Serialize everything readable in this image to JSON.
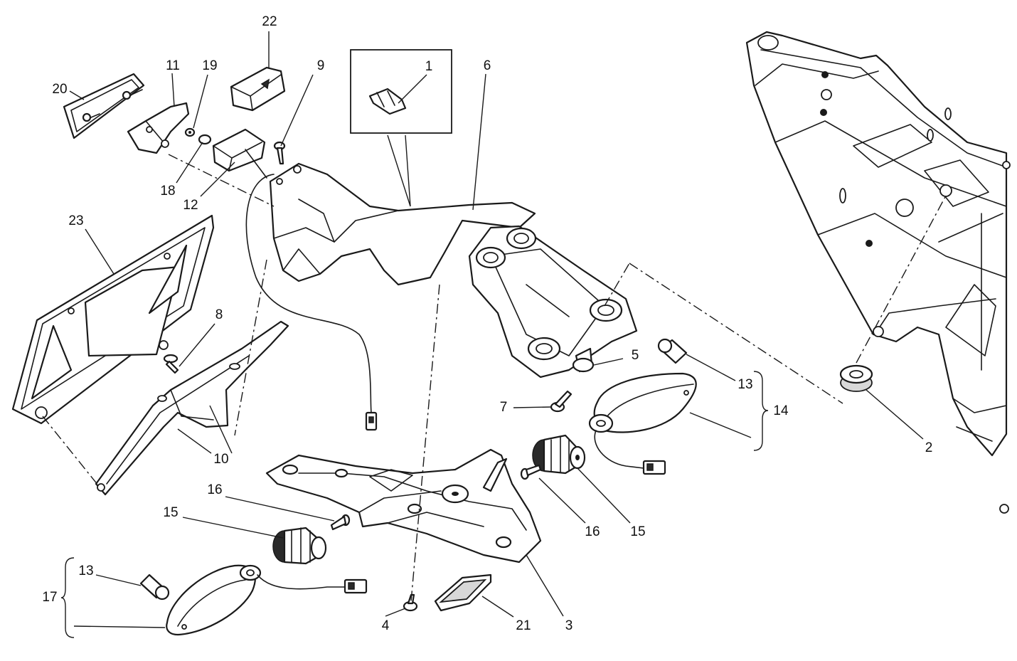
{
  "callouts": [
    {
      "id": "1",
      "label": "1"
    },
    {
      "id": "2",
      "label": "2"
    },
    {
      "id": "3",
      "label": "3"
    },
    {
      "id": "4",
      "label": "4"
    },
    {
      "id": "5",
      "label": "5"
    },
    {
      "id": "6",
      "label": "6"
    },
    {
      "id": "7",
      "label": "7"
    },
    {
      "id": "8",
      "label": "8"
    },
    {
      "id": "9",
      "label": "9"
    },
    {
      "id": "10",
      "label": "10"
    },
    {
      "id": "11",
      "label": "11"
    },
    {
      "id": "12",
      "label": "12"
    },
    {
      "id": "13a",
      "label": "13"
    },
    {
      "id": "13b",
      "label": "13"
    },
    {
      "id": "14",
      "label": "14"
    },
    {
      "id": "15a",
      "label": "15"
    },
    {
      "id": "15b",
      "label": "15"
    },
    {
      "id": "16a",
      "label": "16"
    },
    {
      "id": "16b",
      "label": "16"
    },
    {
      "id": "17",
      "label": "17"
    },
    {
      "id": "18",
      "label": "18"
    },
    {
      "id": "19",
      "label": "19"
    },
    {
      "id": "20",
      "label": "20"
    },
    {
      "id": "21",
      "label": "21"
    },
    {
      "id": "22",
      "label": "22"
    },
    {
      "id": "23",
      "label": "23"
    }
  ]
}
